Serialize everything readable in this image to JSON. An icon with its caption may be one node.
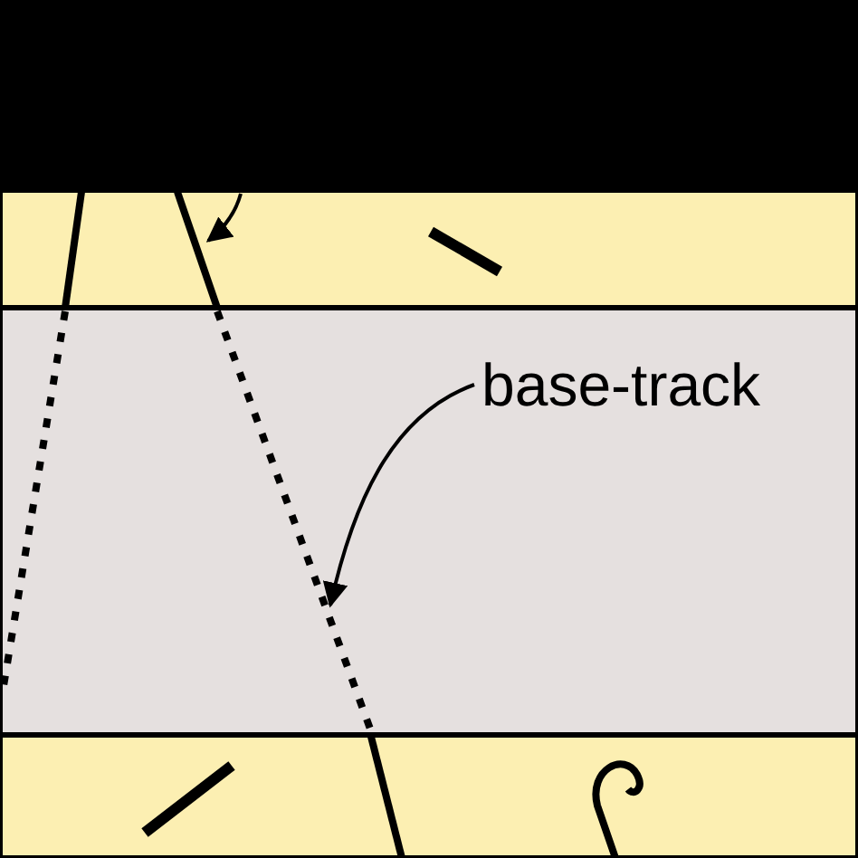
{
  "diagram": {
    "nodes": [
      {
        "text": [
          "base-track"
        ]
      },
      {
        "text": [],
        "shape": "line"
      }
    ],
    "edges": [
      {
        "from": 0,
        "to": 1,
        "arrow": "to"
      }
    ]
  }
}
